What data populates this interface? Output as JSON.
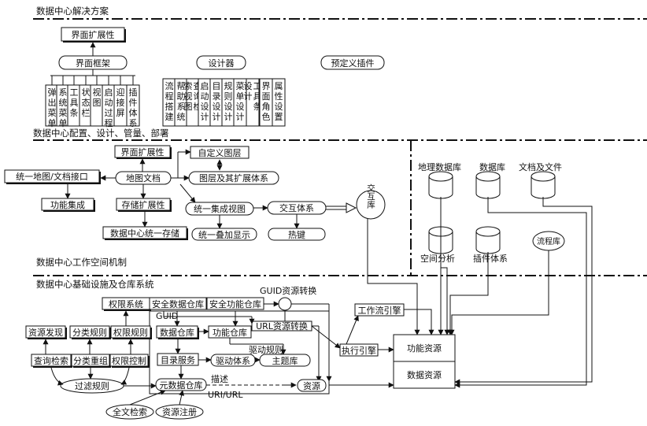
{
  "headings": {
    "top": "数据中心解决方案",
    "config": "数据中心配置、设计、管量、部署",
    "workspace": "数据中心工作空间机制",
    "infra": "数据中心基础设施及仓库系统"
  },
  "s1": {
    "ui_ext": "界面扩展性",
    "ui_frame": "界面框架",
    "designer": "设计器",
    "plugins": "预定义插件",
    "frame_items": [
      "弹出菜单",
      "系统菜单",
      "工具条",
      "状态栏",
      "视图",
      "启动过程",
      "迎接屏",
      "插件体系"
    ],
    "designer_items": [
      "流程搭建",
      "帮助系统",
      "查询检索视图",
      "启动设计",
      "目录设计",
      "规则设计",
      "菜单设计",
      "工具条设计",
      "界面角色",
      "属性设置"
    ]
  },
  "s2": {
    "ui_ext": "界面扩展性",
    "custom_layer": "自定义图层",
    "unified_if": "统一地图/文档接口",
    "map_doc": "地图文档",
    "layer_ext": "图层及其扩展体系",
    "func_integ": "功能集成",
    "store_ext": "存储扩展性",
    "unified_view": "统一集成视图",
    "interact": "交互体系",
    "interop": "交互库",
    "unified_store": "数据中心统一存储",
    "overlay": "统一叠加显示",
    "hotkey": "热键"
  },
  "right": {
    "geo_db": "地理数据库",
    "db": "数据库",
    "docs": "文档及文件",
    "spatial": "空间分析",
    "plugin_sys": "插件体系",
    "flow_lib": "流程库"
  },
  "s3": {
    "perm_sys": "权限系统",
    "sec_data": "安全数据仓库",
    "sec_func": "安全功能仓库",
    "guid_conv": "GUID资源转换",
    "guid": "GUID",
    "url_conv": "URL资源转换",
    "res_disc": "资源发现",
    "cls_rule": "分类规则",
    "perm_rule": "权限规则",
    "data_repo": "数据仓库",
    "func_repo": "功能仓库",
    "drive_rule": "驱动规则",
    "query": "查询检索",
    "cls_reorg": "分类重组",
    "perm_ctrl": "权限控制",
    "dir_svc": "目录服务",
    "drive_sys": "驱动体系",
    "theme_lib": "主题库",
    "filter": "过滤规则",
    "meta_repo": "元数据仓库",
    "desc": "描述",
    "uri_url": "URI/URL",
    "resource": "资源",
    "fulltext": "全文检索",
    "res_reg": "资源注册",
    "wf_engine": "工作流引擎",
    "exec_engine": "执行引擎",
    "func_res": "功能资源",
    "data_res": "数据资源"
  }
}
